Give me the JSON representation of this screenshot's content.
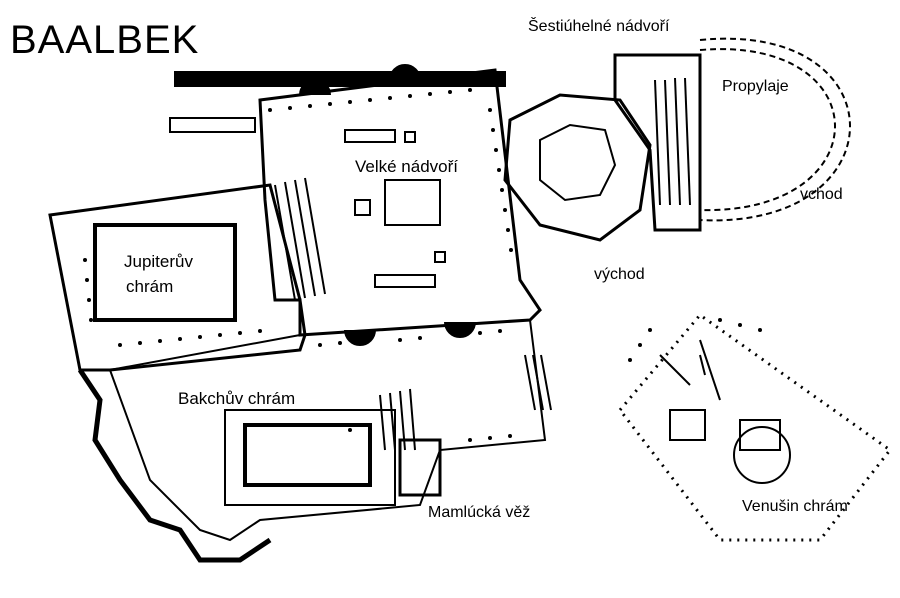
{
  "title": "BAALBEK",
  "labels": {
    "hexagonal_court": "Šestiúhelné nádvoří",
    "propylaea": "Propylaje",
    "great_court": "Velké nádvoří",
    "entrance": "vchod",
    "jupiter_temple_line1": "Jupiterův",
    "jupiter_temple_line2": "chrám",
    "east": "východ",
    "bacchus_temple": "Bakchův chrám",
    "mamluk_tower": "Mamlúcká věž",
    "venus_temple": "Venušin chrám"
  },
  "colors": {
    "ink": "#000000",
    "paper": "#ffffff"
  }
}
